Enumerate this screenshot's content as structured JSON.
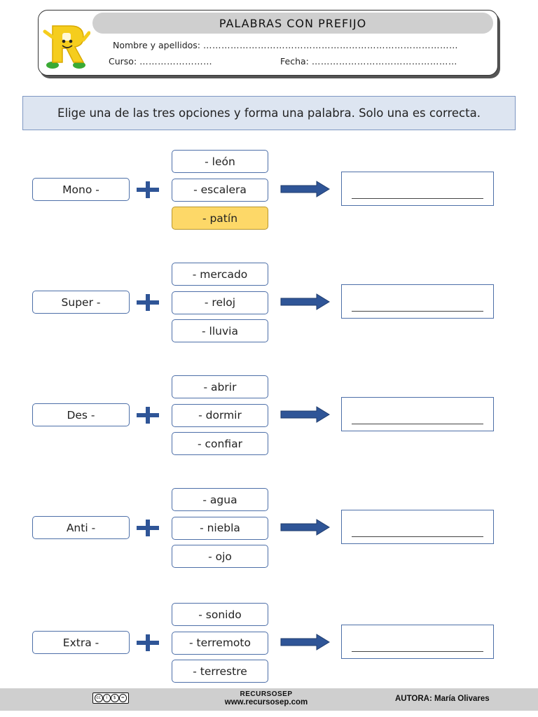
{
  "header": {
    "title": "PALABRAS CON PREFIJO",
    "name_label": "Nombre y apellidos:",
    "name_dots": "…………………………………………………………………………",
    "course_label": "Curso:",
    "course_dots": "……………………",
    "date_label": "Fecha:",
    "date_dots": "…………………………………………"
  },
  "instruction": "Elige una de las tres opciones y forma una palabra. Solo una es correcta.",
  "exercises": [
    {
      "prefix": "Mono -",
      "options": [
        "- león",
        "- escalera",
        "- patín"
      ],
      "highlighted_option": 2
    },
    {
      "prefix": "Super -",
      "options": [
        "- mercado",
        "- reloj",
        "- lluvia"
      ]
    },
    {
      "prefix": "Des -",
      "options": [
        "- abrir",
        "- dormir",
        "- confiar"
      ]
    },
    {
      "prefix": "Anti -",
      "options": [
        "- agua",
        "- niebla",
        "- ojo"
      ]
    },
    {
      "prefix": "Extra -",
      "options": [
        "- sonido",
        "- terremoto",
        "- terrestre"
      ]
    }
  ],
  "colors": {
    "box_border": "#4d6fa8",
    "arrow_fill": "#2f5597",
    "highlight": "#fdd868",
    "instruction_bg": "#dde5f1"
  },
  "icons": {
    "logo": "yellow-letter-r-mascot-icon",
    "plus": "plus-icon",
    "arrow": "right-arrow-icon",
    "license": "creative-commons-icon"
  },
  "footer": {
    "brand": "RECURSOSEP",
    "url": "www.recursosep.com",
    "author": "AUTORA: María Olivares"
  }
}
